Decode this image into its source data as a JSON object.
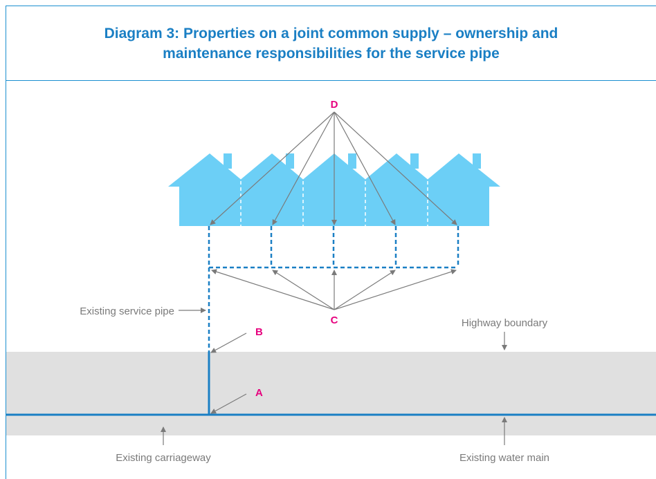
{
  "title": {
    "line1": "Diagram 3: Properties on a joint common supply – ownership and",
    "line2": "maintenance responsibilities for the service pipe"
  },
  "labels": {
    "D": "D",
    "C": "C",
    "B": "B",
    "A": "A",
    "existing_service_pipe": "Existing service pipe",
    "highway_boundary": "Highway boundary",
    "existing_carriageway": "Existing carriageway",
    "existing_water_main": "Existing water main"
  },
  "colors": {
    "frame": "#1a8fd0",
    "title": "#1a7fc4",
    "house": "#6ccff6",
    "pipe": "#1a7fc4",
    "road": "#e0e0e0",
    "arrow": "#7a7a7a",
    "marker": "#e6007e"
  },
  "house_count": 5
}
